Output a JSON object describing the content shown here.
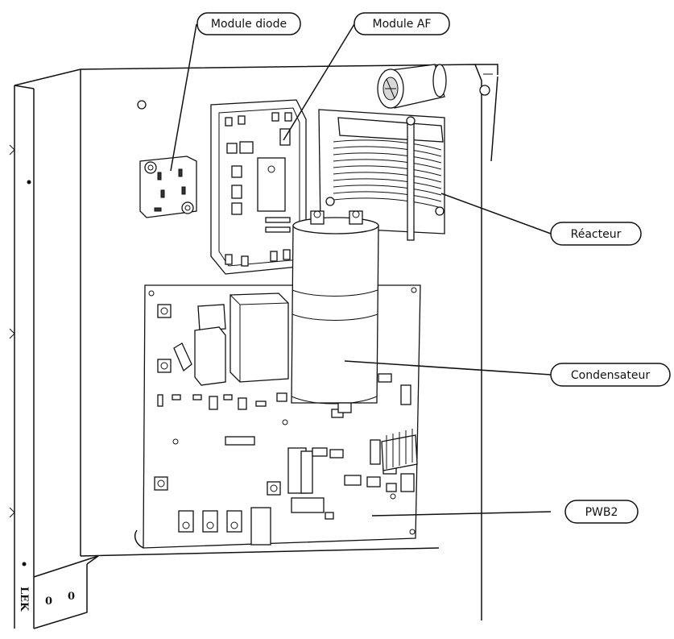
{
  "callouts": {
    "module_diode": "Module diode",
    "module_af": "Module AF",
    "reacteur": "Réacteur",
    "condensateur": "Condensateur",
    "pwb2": "PWB2"
  },
  "side_label": "LEK",
  "panel_marks": {
    "mark_a": "0",
    "mark_b": "0"
  }
}
